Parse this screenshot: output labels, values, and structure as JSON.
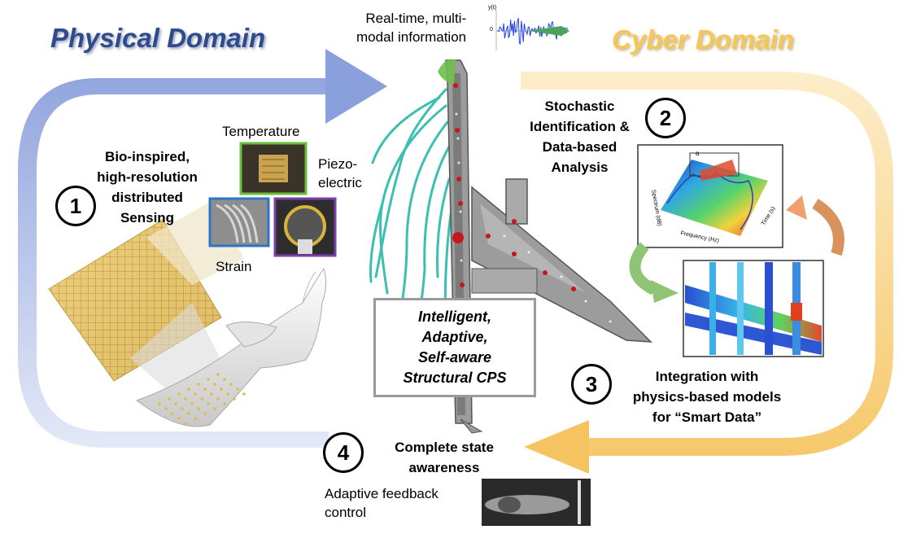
{
  "titles": {
    "physical": "Physical Domain",
    "cyber": "Cyber Domain"
  },
  "header": {
    "realtime_line1": "Real-time, multi-",
    "realtime_line2": "modal information",
    "signal_axis_label": "y(t)",
    "signal_zero_label": "0"
  },
  "steps": [
    {
      "number": "1",
      "lines": [
        "Bio-inspired,",
        "high-resolution",
        "distributed",
        "Sensing"
      ]
    },
    {
      "number": "2",
      "lines": [
        "Stochastic",
        "Identification &",
        "Data-based",
        "Analysis"
      ]
    },
    {
      "number": "3",
      "lines": [
        "Integration with",
        "physics-based models",
        "for “Smart Data”"
      ]
    },
    {
      "number": "4",
      "lines": [
        "Complete state",
        "awareness"
      ]
    }
  ],
  "sensors": {
    "temperature": "Temperature",
    "piezo_line1": "Piezo-",
    "piezo_line2": "electric",
    "strain": "Strain"
  },
  "center_box": [
    "Intelligent,",
    "Adaptive,",
    "Self-aware",
    "Structural CPS"
  ],
  "feedback": {
    "line1": "Adaptive feedback",
    "line2": "control"
  },
  "plot_labels": {
    "frequency": "Frequency (Hz)",
    "time": "Time (s)",
    "spectrum": "Spectrum (dB)",
    "inset": "a"
  },
  "colors": {
    "physical_arrow": "#8fa4dc",
    "cyber_arrow": "#f6c96a",
    "physical_title": "#2f4b8c",
    "cyber_title": "#f4c75a",
    "nerve": "#3bbfb1",
    "airframe": "#7a7a7a",
    "sensor_dot": "#c8161d"
  }
}
